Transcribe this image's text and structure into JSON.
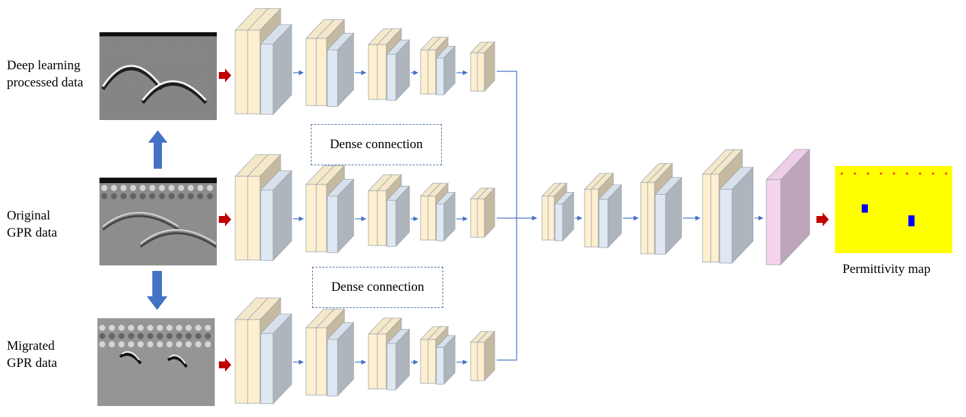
{
  "inputs": [
    {
      "label_line1": "Deep learning",
      "label_line2": "processed data"
    },
    {
      "label_line1": "Original",
      "label_line2": "GPR data"
    },
    {
      "label_line1": "Migrated",
      "label_line2": "GPR data"
    }
  ],
  "dense_connections": [
    "Dense connection",
    "Dense connection"
  ],
  "output_label": "Permittivity map",
  "colors": {
    "feature_map": "#fdefcf",
    "conv_layer": "#dfe8f2",
    "final_layer": "#f5d3ef",
    "connector": "#4472c4",
    "input_arrow": "#c00000",
    "map_background": "#ffff00",
    "map_targets": "#0000ff",
    "map_markers": "#ff3030"
  },
  "icons": [
    "down-arrow-icon",
    "up-arrow-icon",
    "right-arrow-icon"
  ]
}
